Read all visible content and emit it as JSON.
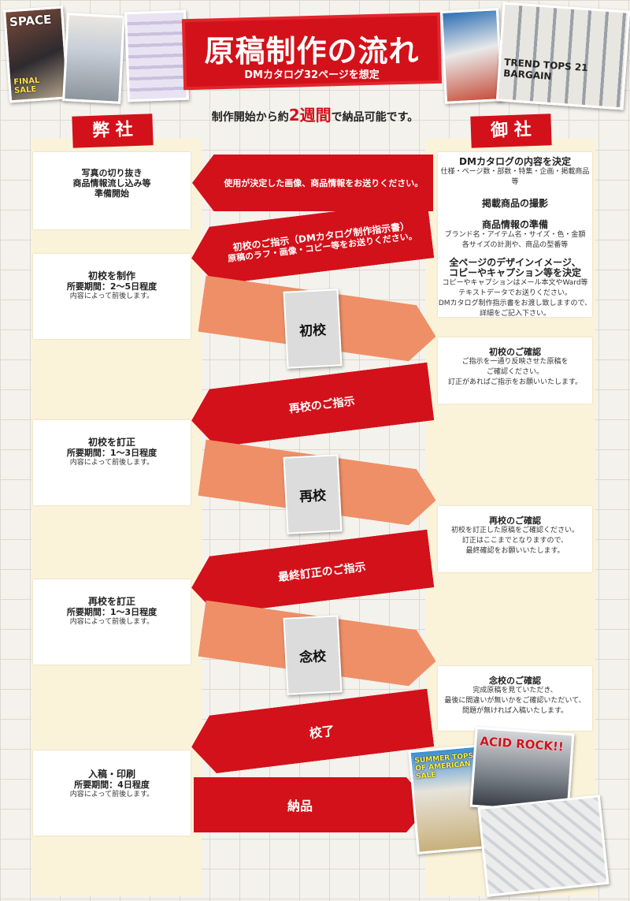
{
  "header": {
    "title": "原稿制作の流れ",
    "subtitle": "DMカタログ32ページを想定",
    "lead_before": "制作開始から約",
    "lead_em": "2週間",
    "lead_after": "で納品可能です。"
  },
  "thumbnails": {
    "t1": "SPACE",
    "t1b": "FINAL SALE",
    "t4": "TREND TOPS 21 BARGAIN",
    "t5": "SUMMER TOPS OF AMERICAN SALE",
    "t6": "ACID ROCK!!"
  },
  "columns": {
    "left": "弊 社",
    "right": "御 社"
  },
  "left_boxes": {
    "b1": {
      "l1": "写真の切り抜き",
      "l2": "商品情報流し込み等",
      "l3": "準備開始"
    },
    "b2": {
      "title": "初校を制作",
      "period": "所要期間：2〜5日程度",
      "note": "内容によって前後します。"
    },
    "b3": {
      "title": "初校を訂正",
      "period": "所要期間：1〜3日程度",
      "note": "内容によって前後します。"
    },
    "b4": {
      "title": "再校を訂正",
      "period": "所要期間：1〜3日程度",
      "note": "内容によって前後します。"
    },
    "b5": {
      "title": "入稿・印刷",
      "period": "所要期間：4日程度",
      "note": "内容によって前後します。"
    }
  },
  "right_boxes": {
    "r1": {
      "h1": "DMカタログの内容を決定",
      "d1": "仕様・ページ数・部数・特集・企画・掲載商品等",
      "h2": "掲載商品の撮影",
      "h3": "商品情報の準備",
      "d3a": "ブランド名・アイテム名・サイズ・色・金額",
      "d3b": "各サイズの計測や、商品の型番等",
      "h4a": "全ページのデザインイメージ、",
      "h4b": "コピーやキャプション等を決定",
      "d4a": "コピーやキャプションはメール本文やWard等",
      "d4b": "テキストデータでお送りください。",
      "d4c": "DMカタログ制作指示書をお渡し致しますので、",
      "d4d": "詳細をご記入下さい。"
    },
    "r2": {
      "h": "初校のご確認",
      "d1": "ご指示を一通り反映させた原稿を",
      "d2": "ご確認ください。",
      "d3": "訂正があればご指示をお願いいたします。"
    },
    "r3": {
      "h": "再校のご確認",
      "d1": "初校を訂正した原稿をご確認ください。",
      "d2": "訂正はここまでとなりますので、",
      "d3": "最終確認をお願いいたします。"
    },
    "r4": {
      "h": "念校のご確認",
      "d1": "完成原稿を見ていただき、",
      "d2": "最後に間違いが無いかをご確認いただいて、",
      "d3": "問題が無ければ入稿いたします。"
    }
  },
  "arrows": {
    "a1": "使用が決定した画像、商品情報をお送りください。",
    "a2_l1": "初校のご指示（DMカタログ制作指示書）",
    "a2_l2": "原稿のラフ・画像・コピー等をお送りください。",
    "p1": "初校",
    "a3": "再校のご指示",
    "p2": "再校",
    "a4": "最終訂正のご指示",
    "p3": "念校",
    "a5": "校了",
    "a6": "納品"
  },
  "colors": {
    "red": "#d3111a",
    "orange": "#ef8f67",
    "cream": "#fbf3d9",
    "proof_gray": "#dcdcdc"
  }
}
